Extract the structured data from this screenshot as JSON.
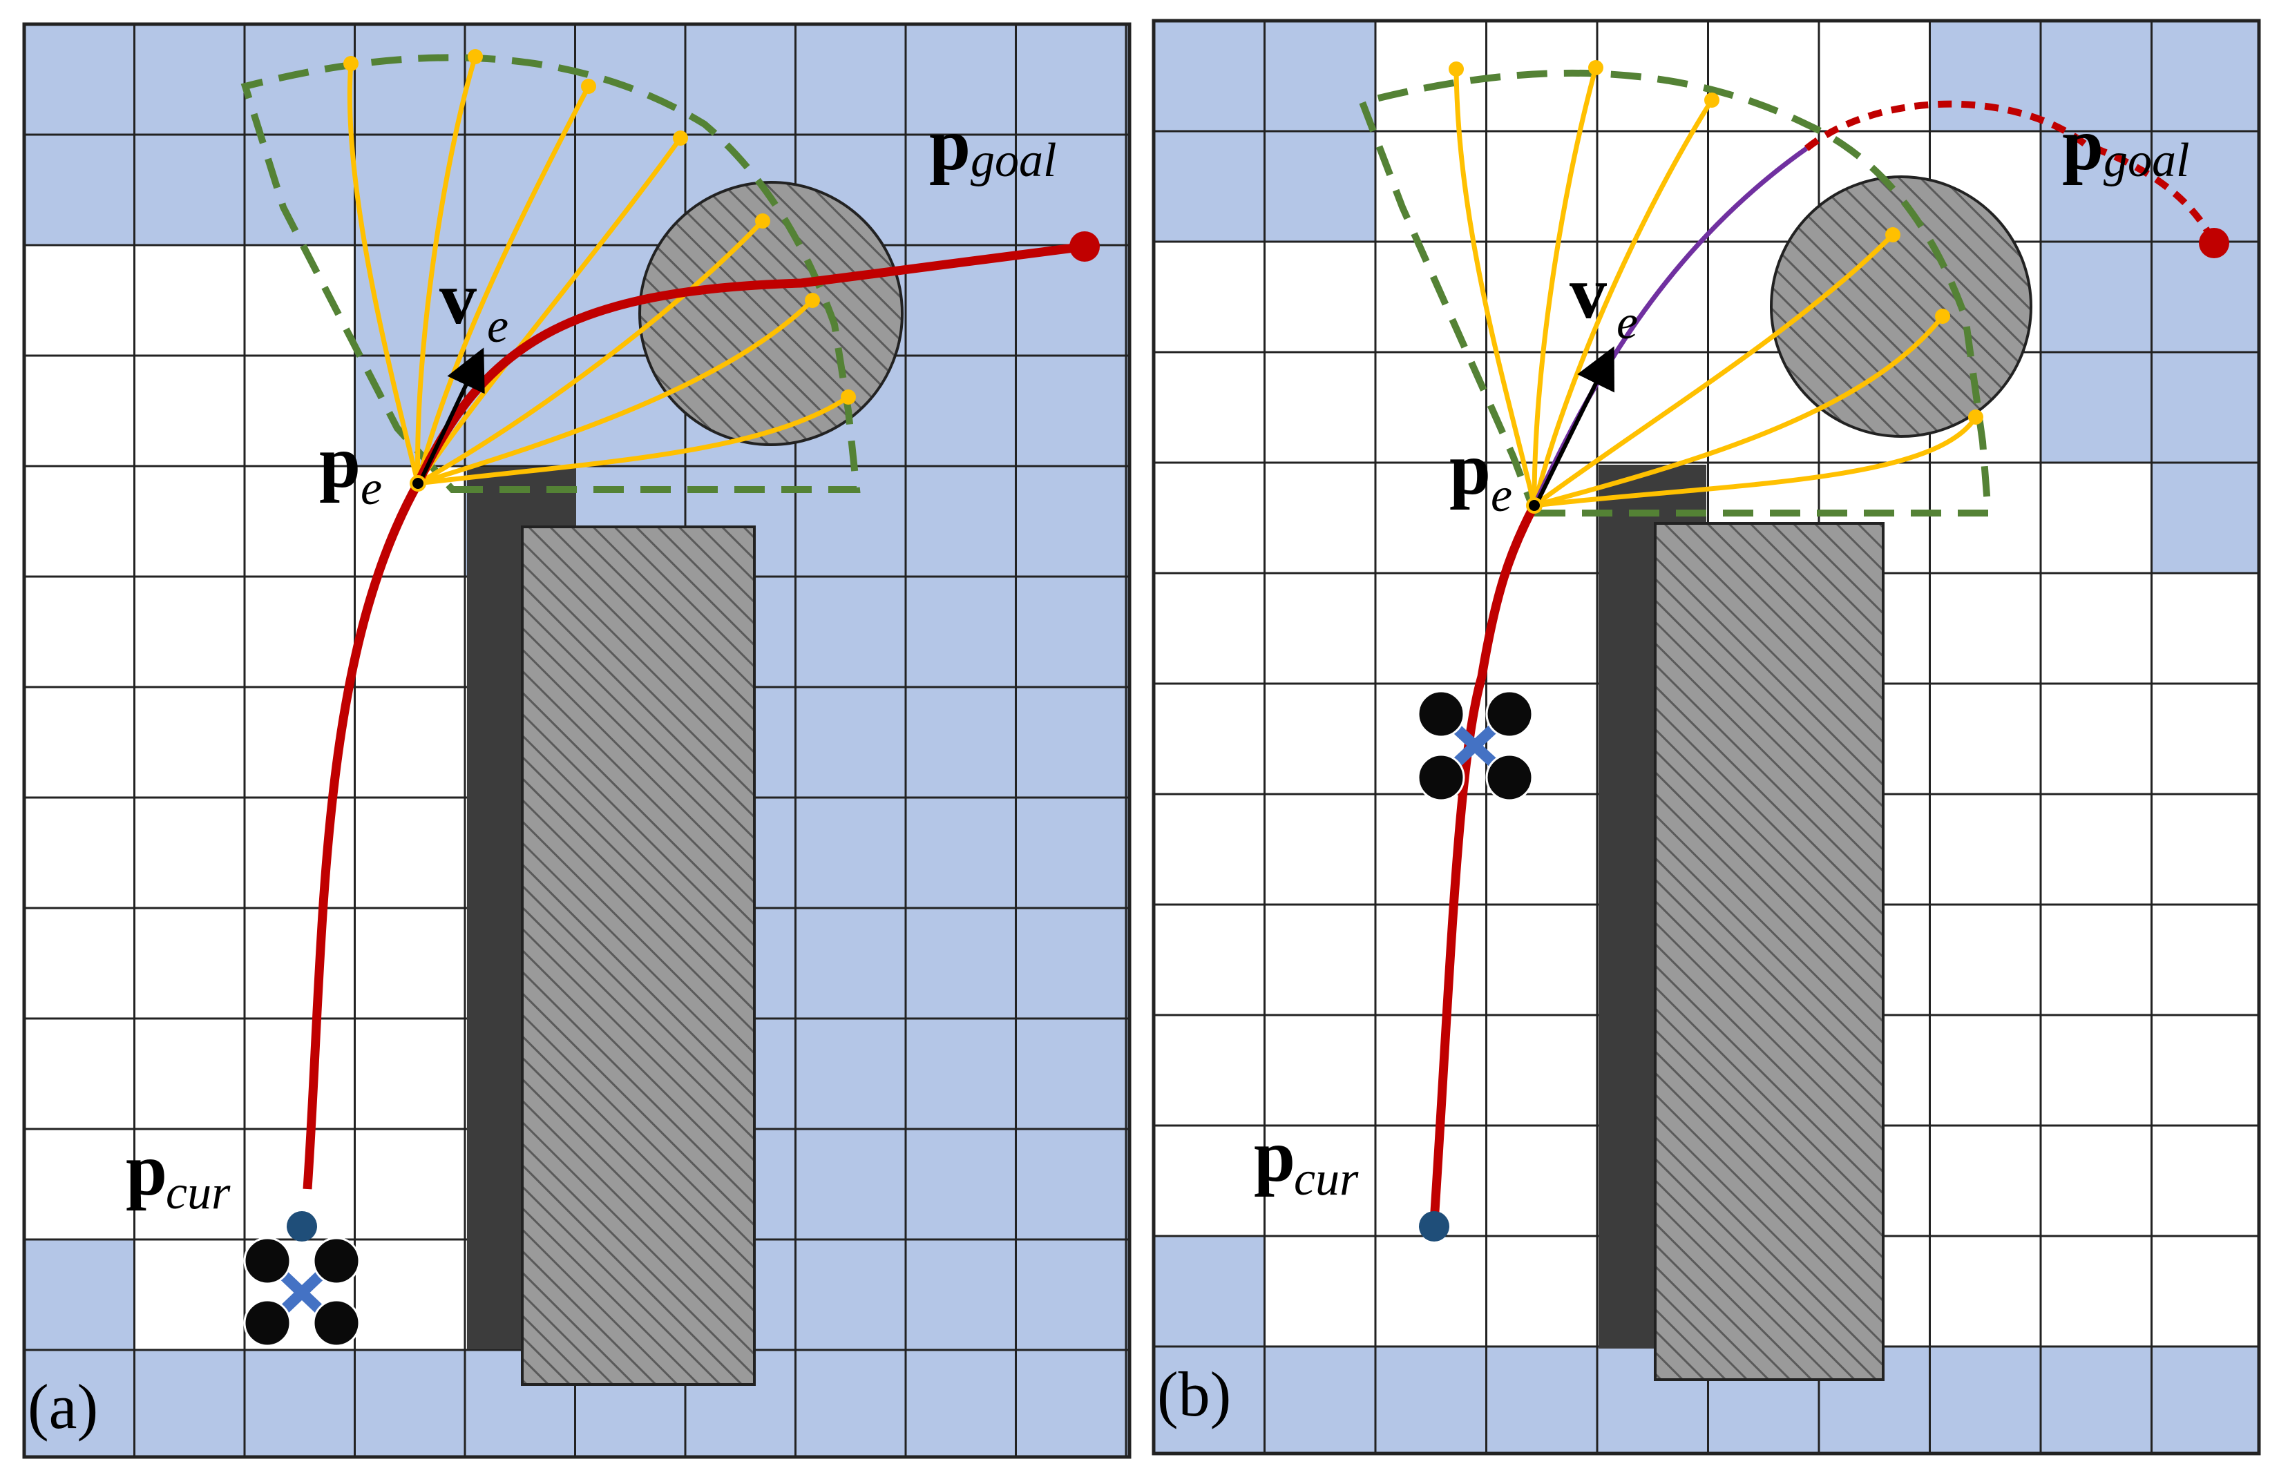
{
  "colors": {
    "known_free": "#ffffff",
    "unknown": "#b4c6e7",
    "grid_line": "#222222",
    "obstacle_fill": "#9a9a9a",
    "obstacle_hatch": "#555555",
    "inflated_obstacle": "#3c3c3c",
    "trajectory": "#c00000",
    "primitives": "#ffc000",
    "fov_boundary": "#548235",
    "selected_primitive": "#7030a0",
    "start_point": "#1f4e79",
    "goal_point": "#c00000",
    "drone_rotor": "#0a0a0a",
    "drone_arm": "#4472c4"
  },
  "icons": {
    "drone": "quadrotor-icon"
  },
  "panels": [
    {
      "id": "a",
      "label": "(a)",
      "p_goal": {
        "main": "p",
        "sub": "goal"
      },
      "p_cur": {
        "main": "p",
        "sub": "cur"
      },
      "p_e": {
        "main": "p",
        "sub": "e"
      },
      "v_e": {
        "main": "v",
        "sub": "e"
      }
    },
    {
      "id": "b",
      "label": "(b)",
      "p_goal": {
        "main": "p",
        "sub": "goal"
      },
      "p_cur": {
        "main": "p",
        "sub": "cur"
      },
      "p_e": {
        "main": "p",
        "sub": "e"
      },
      "v_e": {
        "main": "v",
        "sub": "e"
      }
    }
  ]
}
